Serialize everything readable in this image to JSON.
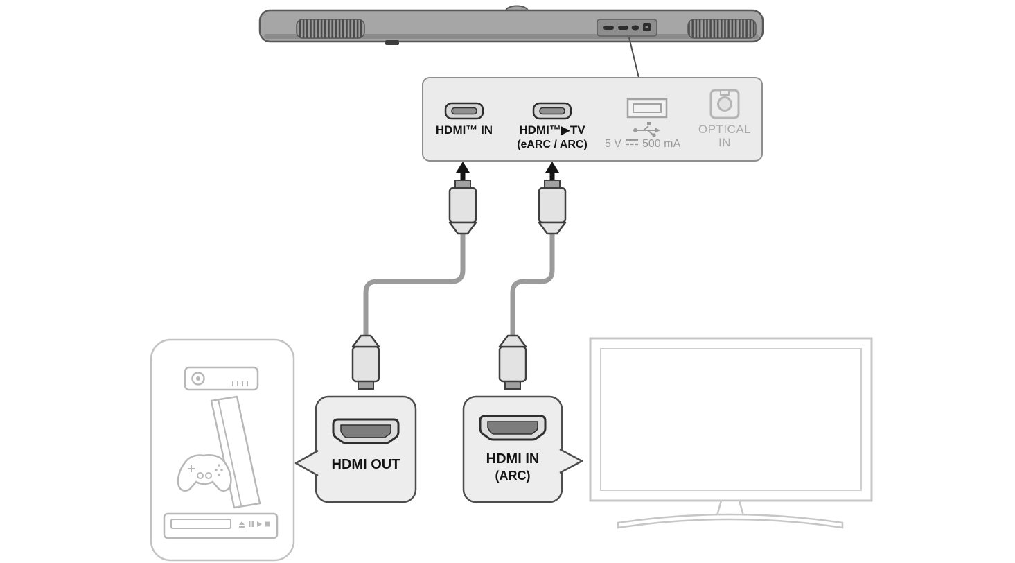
{
  "panel": {
    "hdmi_in_label": "HDMI™ IN",
    "hdmi_tv_label": "HDMI™▶TV",
    "hdmi_tv_sublabel": "(eARC / ARC)",
    "usb_power_prefix": "5 V",
    "usb_power_suffix": "500 mA",
    "optical_label_line1": "OPTICAL",
    "optical_label_line2": "IN"
  },
  "callouts": {
    "hdmi_out": {
      "label": "HDMI OUT"
    },
    "hdmi_in_arc": {
      "label": "HDMI IN",
      "sublabel": "(ARC)"
    }
  },
  "icons": {
    "soundbar": "soundbar-icon",
    "speaker_grille": "speaker-grille-icon",
    "hdmi_port": "hdmi-port-icon",
    "hdmi_receptacle": "hdmi-receptacle-icon",
    "hdmi_cable_connector": "hdmi-cable-connector-icon",
    "usb_port": "usb-port-icon",
    "usb_symbol": "usb-trident-icon",
    "dc_symbol": "dc-symbol-icon",
    "optical_port": "optical-port-icon",
    "arrow": "arrow-icon",
    "tv": "tv-icon",
    "set_top_box": "set-top-box-icon",
    "game_console": "game-console-icon",
    "gamepad": "gamepad-icon",
    "disc_player": "disc-player-icon"
  },
  "colors": {
    "soundbar_body": "#a6a6a6",
    "panel_fill": "#ebebeb",
    "box_fill": "#ededed",
    "outline_dark": "#4d4d4d",
    "cable": "#9b9b9b",
    "muted_text": "#9a9a9a",
    "optical_text": "#a9a9a9",
    "device_outline": "#bcbcbc",
    "arrow": "#141414"
  }
}
